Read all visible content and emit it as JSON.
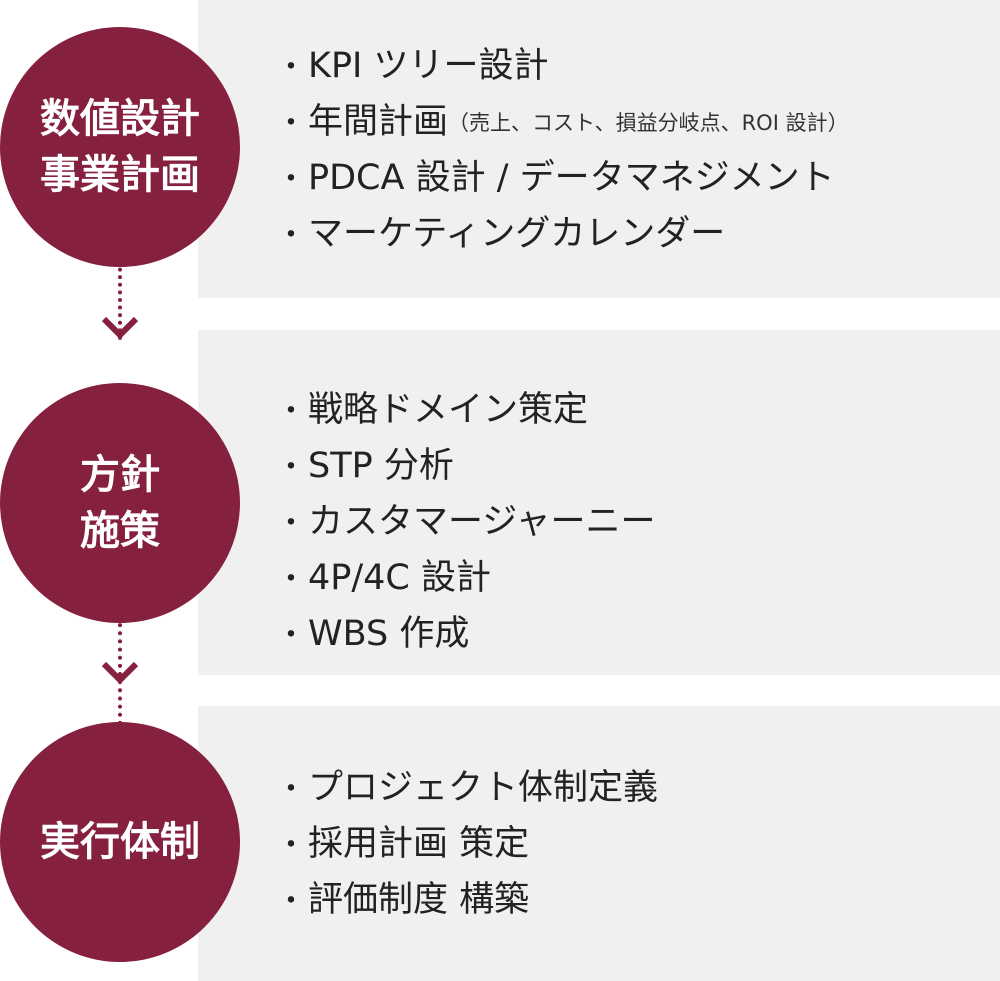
{
  "colors": {
    "circle": "#86203f",
    "panel": "#f0f0f0",
    "text": "#222222",
    "connector": "#8a1c3b"
  },
  "stages": [
    {
      "title_lines": [
        "数値設計",
        "事業計画"
      ],
      "items": [
        {
          "text": "KPI ツリー設計"
        },
        {
          "text": "年間計画",
          "note": "（売上、コスト、損益分岐点、ROI 設計）"
        },
        {
          "text": "PDCA 設計 / データマネジメント"
        },
        {
          "text": "マーケティングカレンダー"
        }
      ]
    },
    {
      "title_lines": [
        "方針",
        "施策"
      ],
      "items": [
        {
          "text": "戦略ドメイン策定"
        },
        {
          "text": "STP 分析"
        },
        {
          "text": "カスタマージャーニー"
        },
        {
          "text": "4P/4C 設計"
        },
        {
          "text": "WBS 作成"
        }
      ]
    },
    {
      "title_lines": [
        "実行体制"
      ],
      "items": [
        {
          "text": "プロジェクト体制定義"
        },
        {
          "text": "採用計画 策定"
        },
        {
          "text": "評価制度 構築"
        }
      ]
    }
  ],
  "bullet_symbol": "・",
  "arrow_icon": "chevron-down-icon"
}
